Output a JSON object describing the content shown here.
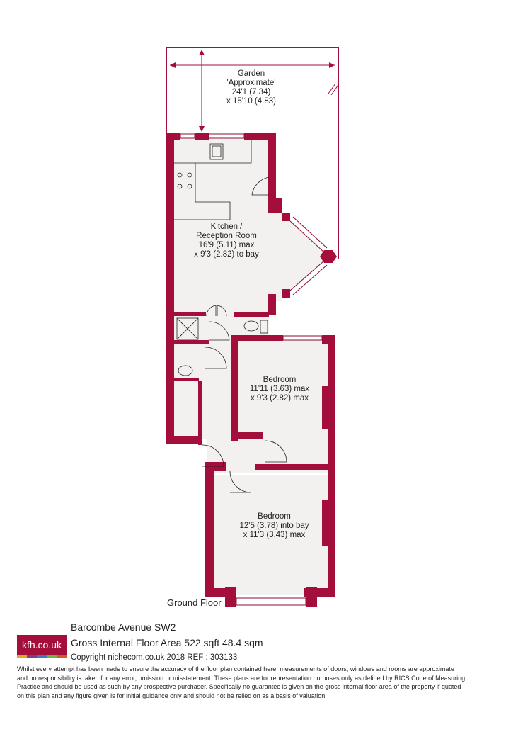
{
  "colors": {
    "wall": "#a30f3a",
    "floor": "#f2f1f0",
    "line": "#8a0c30",
    "logo_strip": [
      "#e2a52c",
      "#7b3c8c",
      "#3c7bbd",
      "#6bb43f",
      "#d8591d"
    ]
  },
  "rooms": {
    "garden": [
      "Garden",
      "'Approximate'",
      "24'1 (7.34)",
      "x 15'10 (4.83)"
    ],
    "kitchen": [
      "Kitchen /",
      "Reception Room",
      "16'9 (5.11) max",
      "x 9'3 (2.82) to bay"
    ],
    "bedroom1": [
      "Bedroom",
      "11'11 (3.63) max",
      "x 9'3 (2.82) max"
    ],
    "bedroom2": [
      "Bedroom",
      "12'5 (3.78) into bay",
      "x 11'3 (3.43) max"
    ]
  },
  "floor_label": "Ground Floor",
  "footer": {
    "logo_text": "kfh.co.uk",
    "address": "Barcombe Avenue  SW2",
    "area": "Gross Internal Floor Area 522 sqft 48.4 sqm",
    "copyright": "Copyright nichecom.co.uk 2018 REF : 303133",
    "disclaimer": [
      "Whilst every attempt has been made to ensure the accuracy of the floor plan contained here, measurements of doors, windows and rooms are approximate",
      "and no responsibility is taken for any error, omission or misstatement.  These plans are for representation purposes only as defined by RICS Code of Measuring",
      "Practice and should be used as such by any prospective purchaser.  Specifically no guarantee is given on the gross internal floor area of the property if quoted",
      "on this plan and any figure given is for initial guidance only and should not be relied on as a basis of valuation."
    ]
  }
}
